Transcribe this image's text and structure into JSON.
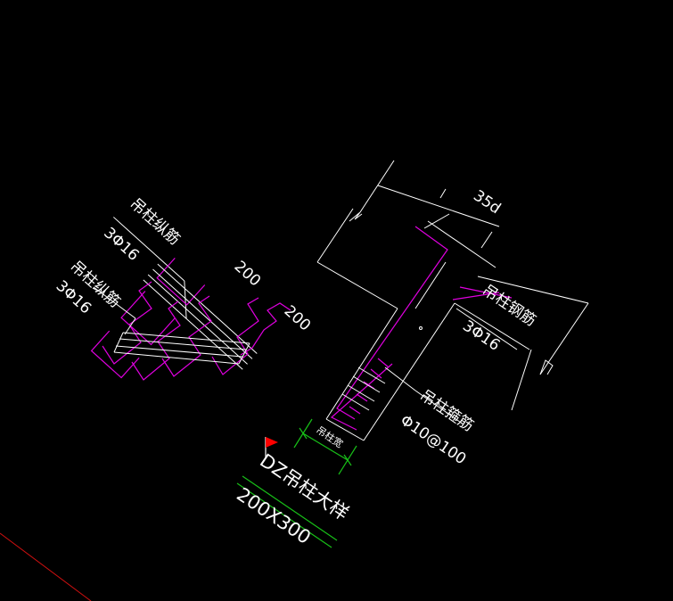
{
  "drawing": {
    "background_color": "#000000",
    "colors": {
      "lines": "#ffffff",
      "rebar": "#e000e0",
      "dimension_green": "#18c018",
      "flag": "#ff0000",
      "axis_red": "#d01010"
    },
    "left_detail": {
      "label_name": "吊柱纵筋",
      "label_spec": "3Φ16",
      "dim_top": "200",
      "dim_right": "200"
    },
    "right_detail": {
      "dim_anchor": "35d",
      "steel_label_name": "吊柱钢筋",
      "steel_label_spec": "3Φ16",
      "stirrup_label_name": "吊柱箍筋",
      "stirrup_label_spec": "Φ10@100",
      "width_label": "吊柱宽"
    },
    "title_block": {
      "title": "DZ吊柱大样",
      "size": "200X300"
    },
    "icons": {
      "flag": "red-flag-icon"
    }
  }
}
